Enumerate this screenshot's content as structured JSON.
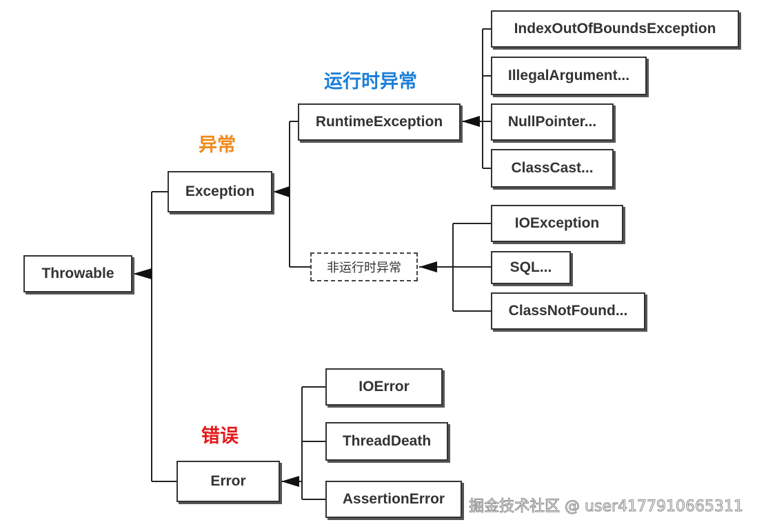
{
  "categories": {
    "runtime": {
      "label": "运行时异常",
      "color": "#1a7fd8"
    },
    "exception": {
      "label": "异常",
      "color": "#ef8a1a"
    },
    "error": {
      "label": "错误",
      "color": "#e41a1a"
    }
  },
  "nodes": {
    "throwable": "Throwable",
    "exception": "Exception",
    "error": "Error",
    "runtime_exception": "RuntimeException",
    "checked_exception": "非运行时异常",
    "index_out_of_bounds": "IndexOutOfBoundsException",
    "illegal_argument": "IllegalArgument...",
    "null_pointer": "NullPointer...",
    "class_cast": "ClassCast...",
    "io_exception": "IOException",
    "sql": "SQL...",
    "class_not_found": "ClassNotFound...",
    "io_error": "IOError",
    "thread_death": "ThreadDeath",
    "assertion_error": "AssertionError"
  },
  "watermark": "掘金技术社区 @ user4177910665311"
}
